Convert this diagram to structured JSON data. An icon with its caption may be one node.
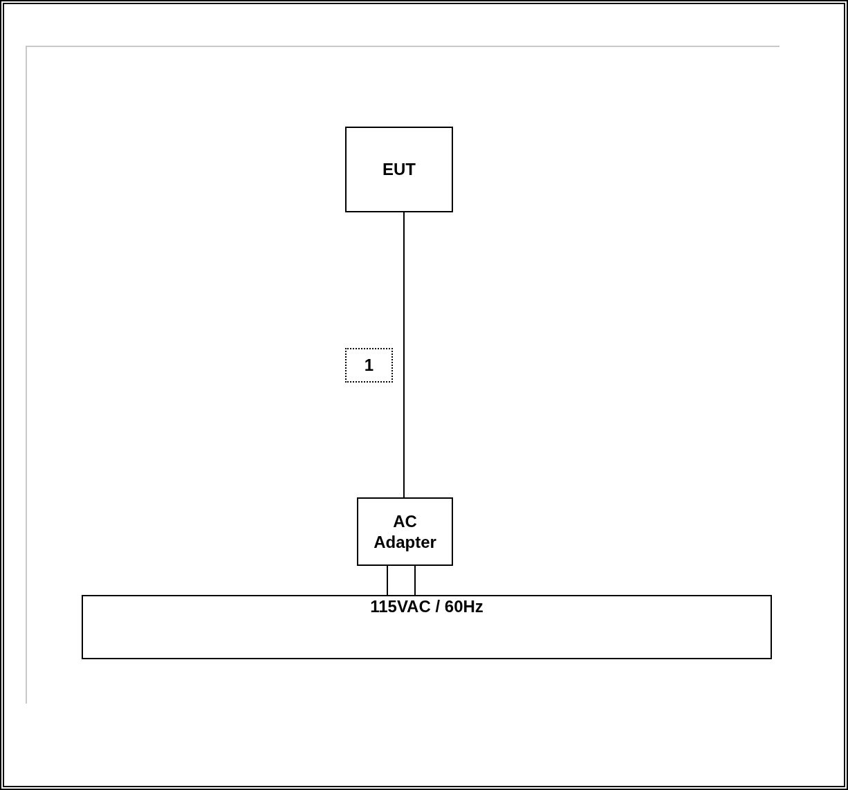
{
  "diagram": {
    "nodes": [
      {
        "text": [
          "EUT"
        ]
      },
      {
        "text": [
          "1"
        ]
      },
      {
        "text": [
          "AC Adapter"
        ]
      },
      {
        "text": [
          "115VAC / 60Hz"
        ]
      }
    ],
    "edges": [
      {
        "from": 0,
        "to": 2,
        "arrow": "none"
      },
      {
        "from": 2,
        "to": 3,
        "arrow": "none"
      },
      {
        "from": 2,
        "to": 3,
        "arrow": "none"
      }
    ]
  }
}
